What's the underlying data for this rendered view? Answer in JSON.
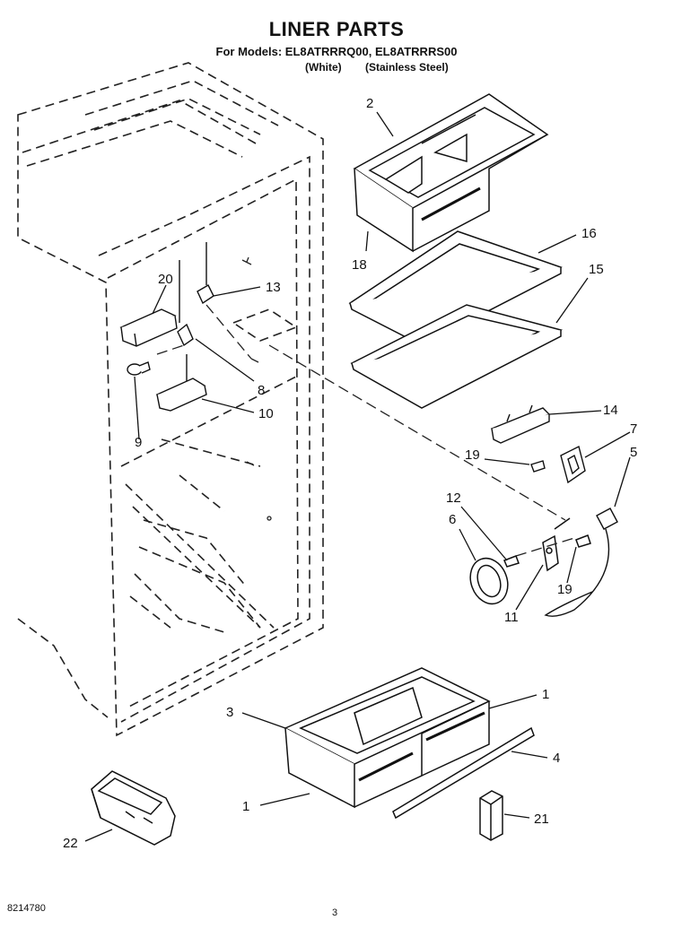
{
  "header": {
    "title": "LINER PARTS",
    "models_line": "For Models: EL8ATRRRQ00, EL8ATRRRS00",
    "variant_white": "(White)",
    "variant_stainless": "(Stainless Steel)"
  },
  "footer": {
    "doc_number": "8214780",
    "page_number": "3"
  },
  "callouts": [
    "2",
    "16",
    "18",
    "15",
    "20",
    "13",
    "8",
    "10",
    "9",
    "14",
    "7",
    "19",
    "5",
    "12",
    "6",
    "19",
    "11",
    "1",
    "3",
    "4",
    "1",
    "21",
    "22"
  ]
}
